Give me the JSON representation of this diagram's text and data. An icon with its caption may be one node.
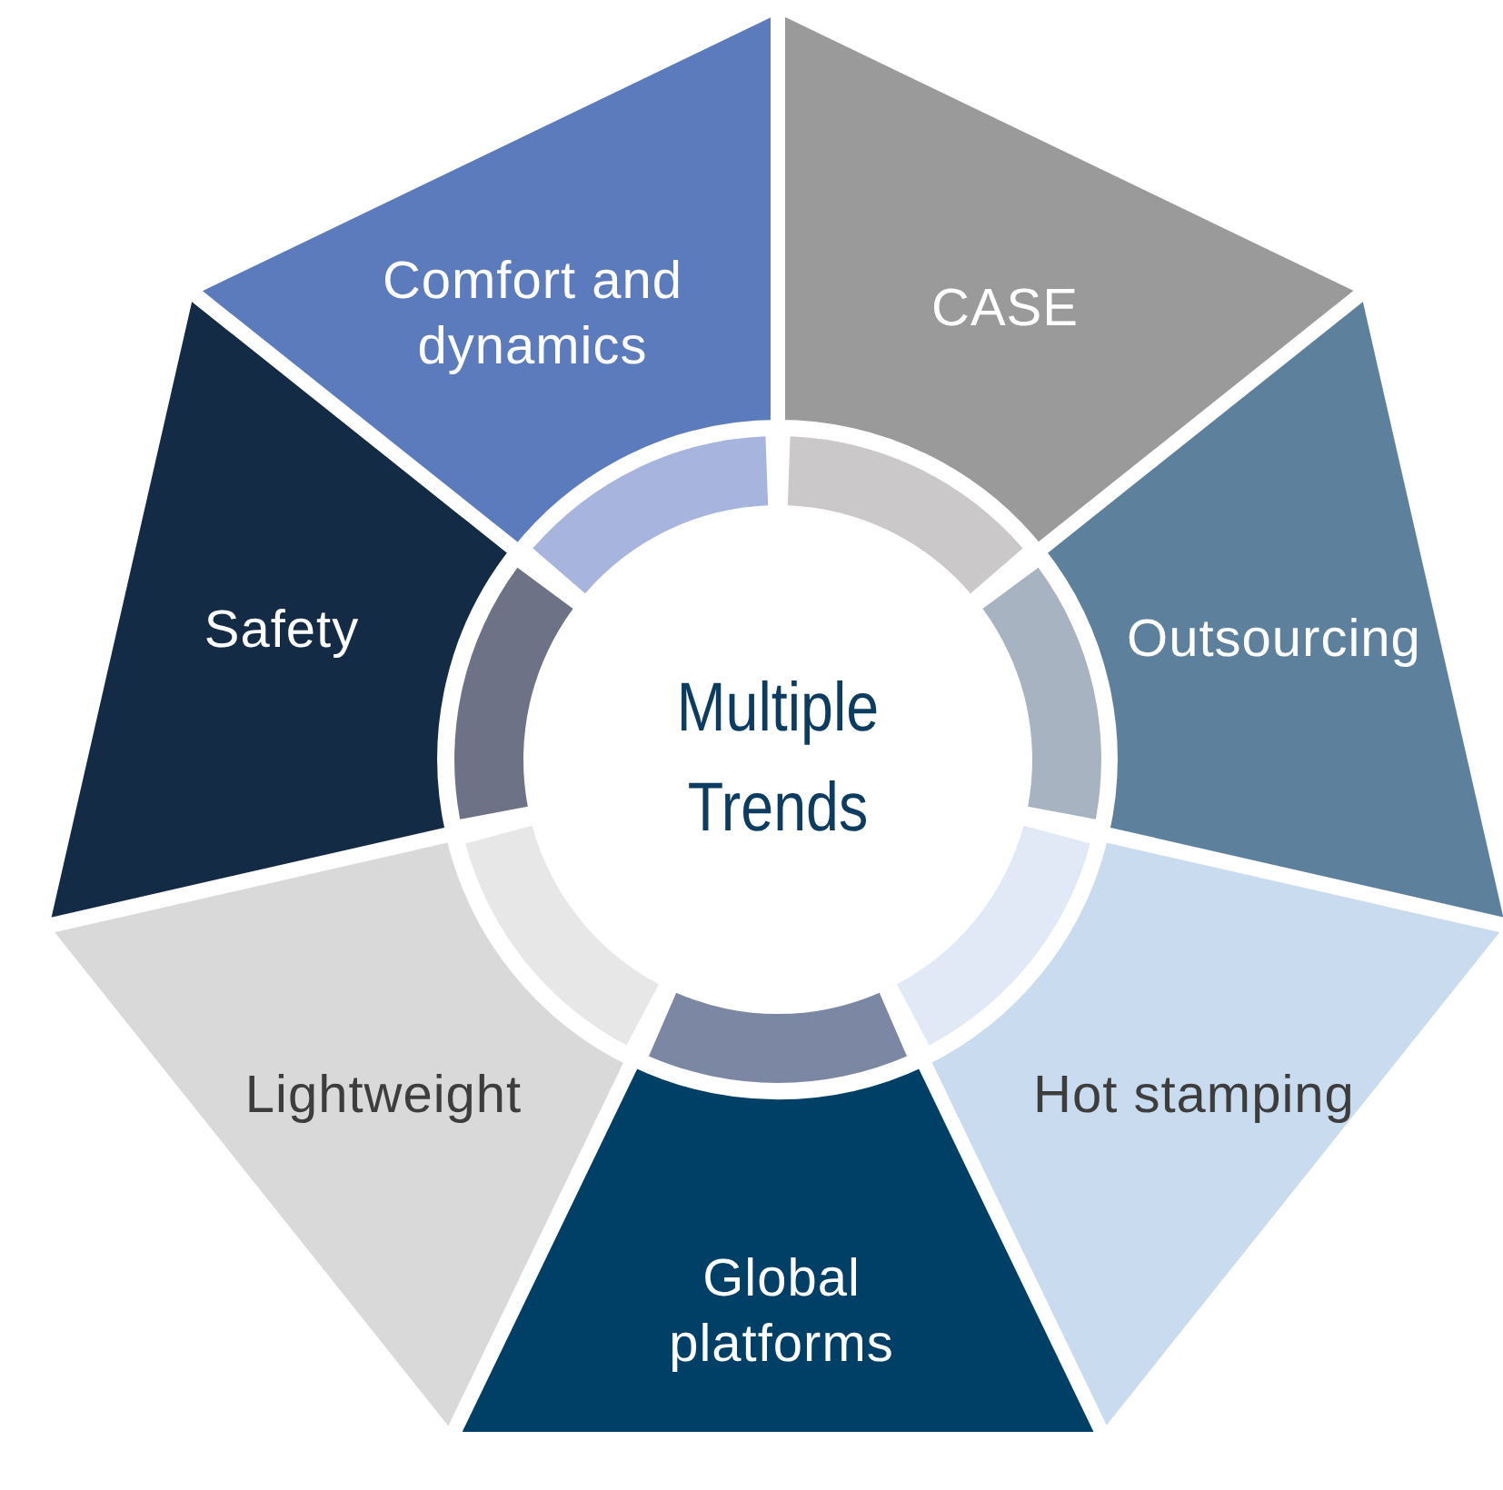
{
  "diagram": {
    "nodes": [
      {
        "text": [
          "Multiple Trends"
        ]
      },
      {
        "text": [
          "Comfort and dynamics"
        ]
      },
      {
        "text": [
          "CASE"
        ]
      },
      {
        "text": [
          "Outsourcing"
        ]
      },
      {
        "text": [
          "Hot stamping"
        ]
      },
      {
        "text": [
          "Global platforms"
        ]
      },
      {
        "text": [
          "Lightweight"
        ]
      },
      {
        "text": [
          "Safety"
        ]
      }
    ]
  }
}
